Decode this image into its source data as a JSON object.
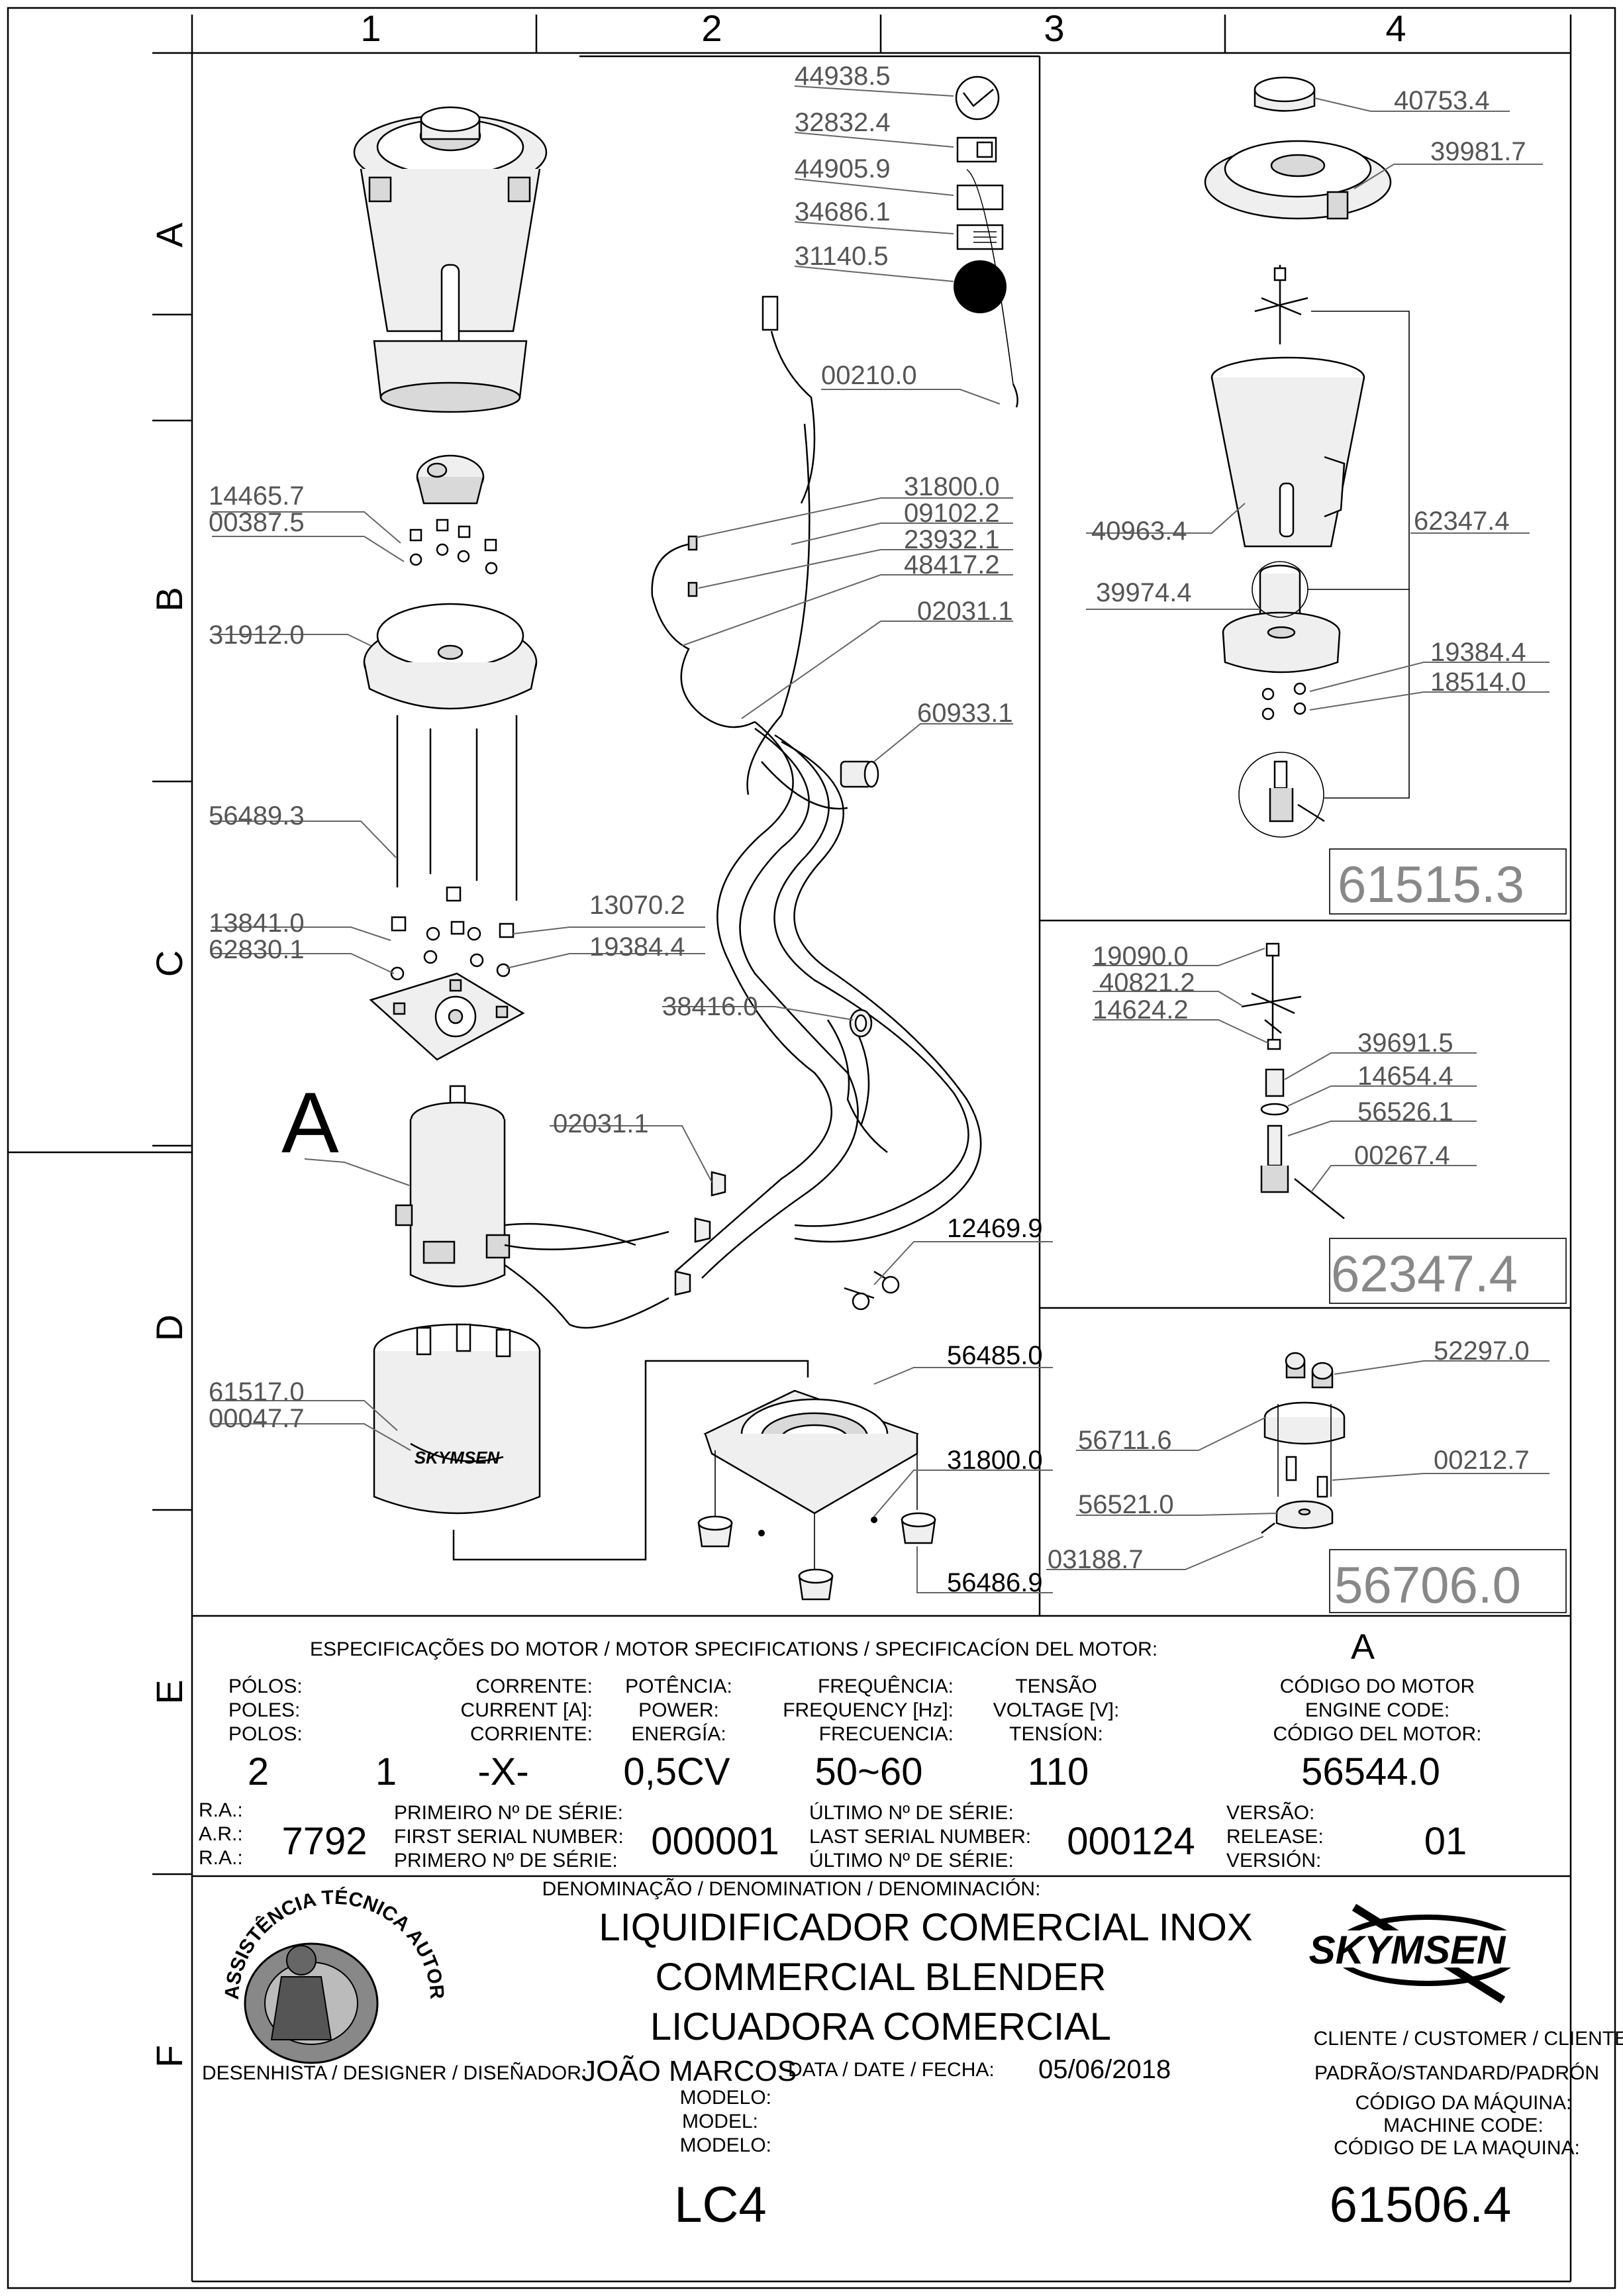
{
  "grid": {
    "columns": [
      "1",
      "2",
      "3",
      "4"
    ],
    "rows": [
      "A",
      "B",
      "C",
      "D",
      "E",
      "F"
    ]
  },
  "callouts": {
    "p44938": "44938.5",
    "p32832": "32832.4",
    "p44905": "44905.9",
    "p34686": "34686.1",
    "p31140": "31140.5",
    "p00210": "00210.0",
    "p31800a": "31800.0",
    "p09102": "09102.2",
    "p23932": "23932.1",
    "p48417": "48417.2",
    "p02031a": "02031.1",
    "p60933": "60933.1",
    "p14465": "14465.7",
    "p00387": "00387.5",
    "p31912": "31912.0",
    "p56489": "56489.3",
    "p13841": "13841.0",
    "p62830": "62830.1",
    "p13070": "13070.2",
    "p19384a": "19384.4",
    "p38416": "38416.0",
    "motor_letter": "A",
    "p02031b": "02031.1",
    "p12469": "12469.9",
    "p56485": "56485.0",
    "p61517": "61517.0",
    "p00047": "00047.7",
    "p31800b": "31800.0",
    "p56486": "56486.9",
    "p40753": "40753.4",
    "p39981": "39981.7",
    "p40963": "40963.4",
    "p62347": "62347.4",
    "p39974": "39974.4",
    "p19384b": "19384.4",
    "p18514": "18514.0",
    "p19090": "19090.0",
    "p40821": "40821.2",
    "p14624": "14624.2",
    "p39691": "39691.5",
    "p14654": "14654.4",
    "p56526": "56526.1",
    "p00267": "00267.4",
    "p52297": "52297.0",
    "p56711": "56711.6",
    "p00212": "00212.7",
    "p56521": "56521.0",
    "p03188": "03188.7"
  },
  "assemblies": {
    "a1": "61515.3",
    "a2": "62347.4",
    "a3": "56706.0"
  },
  "decal_brand": "SKYMSEN",
  "motor_spec": {
    "heading": "ESPECIFICAÇÕES DO MOTOR / MOTOR SPECIFICATIONS / SPECIFICACÍON DEL MOTOR:",
    "motor_ref": "A",
    "poles": {
      "l1": "PÓLOS:",
      "l2": "POLES:",
      "l3": "POLOS:",
      "value": "2"
    },
    "current": {
      "l1": "CORRENTE:",
      "l2": "CURRENT [A]:",
      "l3": "CORRIENTE:",
      "value": "1"
    },
    "power": {
      "l1": "POTÊNCIA:",
      "l2": "POWER:",
      "l3": "ENERGÍA:",
      "value": "0,5CV"
    },
    "frequency": {
      "l1": "FREQUÊNCIA:",
      "l2": "FREQUENCY [Hz]:",
      "l3": "FRECUENCIA:",
      "value": "50~60"
    },
    "voltage": {
      "l1": "TENSÃO",
      "l2": "VOLTAGE [V]:",
      "l3": "TENSÍON:",
      "value": "110"
    },
    "code": {
      "l1": "CÓDIGO DO MOTOR",
      "l2": "ENGINE CODE:",
      "l3": "CÓDIGO DEL MOTOR:",
      "value": "56544.0"
    },
    "current_dash": "-X-"
  },
  "ra": {
    "l1": "R.A.:",
    "l2": "A.R.:",
    "l3": "R.A.:",
    "value": "7792"
  },
  "first_serial": {
    "l1": "PRIMEIRO Nº DE SÉRIE:",
    "l2": "FIRST SERIAL NUMBER:",
    "l3": "PRIMERO Nº DE SÉRIE:",
    "value": "000001"
  },
  "last_serial": {
    "l1": "ÚLTIMO Nº DE SÉRIE:",
    "l2": "LAST SERIAL NUMBER:",
    "l3": "ÚLTIMO Nº DE SÉRIE:",
    "value": "000124"
  },
  "release": {
    "l1": "VERSÃO:",
    "l2": "RELEASE:",
    "l3": "VERSIÓN:",
    "value": "01"
  },
  "denomination": {
    "label": "DENOMINAÇÃO / DENOMINATION / DENOMINACIÓN:",
    "pt": "LIQUIDIFICADOR COMERCIAL INOX",
    "en": "COMMERCIAL BLENDER",
    "es": "LICUADORA COMERCIAL"
  },
  "badge_text": "ASSISTÊNCIA TÉCNICA AUTORIZADA",
  "brand": "SKYMSEN",
  "designer": {
    "label": "DESENHISTA / DESIGNER / DISEÑADOR:",
    "value": "JOÃO MARCOS"
  },
  "date": {
    "label": "DATA / DATE / FECHA:",
    "value": "05/06/2018"
  },
  "customer": {
    "label": "CLIENTE / CUSTOMER / CLIENTE:",
    "value": "PADRÃO/STANDARD/PADRÓN"
  },
  "model": {
    "l1": "MODELO:",
    "l2": "MODEL:",
    "l3": "MODELO:",
    "value": "LC4"
  },
  "machine_code": {
    "l1": "CÓDIGO DA MÁQUINA:",
    "l2": "MACHINE CODE:",
    "l3": "CÓDIGO DE LA MAQUINA:",
    "value": "61506.4"
  }
}
